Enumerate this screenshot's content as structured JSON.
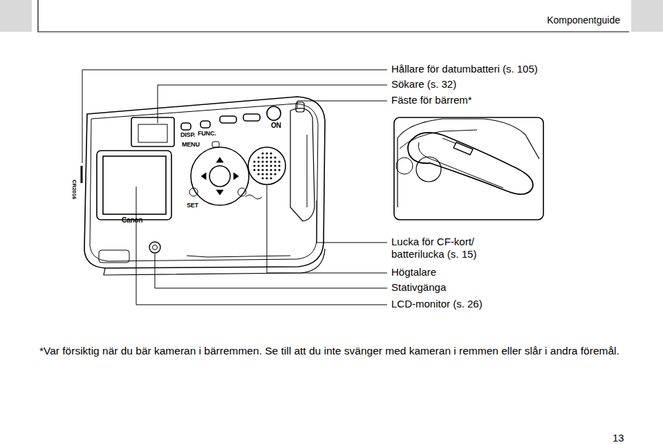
{
  "diagram": {
    "title": "Komponentguide",
    "labels": [
      "Hållare för datumbatteri (s. 105)",
      "Sökare (s. 32)",
      "Fäste för bärrem*",
      "Lucka för CF-kort/ batterilucka (s. 15)",
      "Högtalare",
      "Stativgänga",
      "LCD-monitor (s. 26)",
      "*Var försiktig när du bär kameran i bärremmen. Se till att du inte svänger med kameran i remmen eller slår i andra föremål.",
      "13",
      "DISP.",
      "FUNC.",
      "MENU",
      "SET",
      "ON",
      "Canon",
      "CR2016"
    ]
  }
}
